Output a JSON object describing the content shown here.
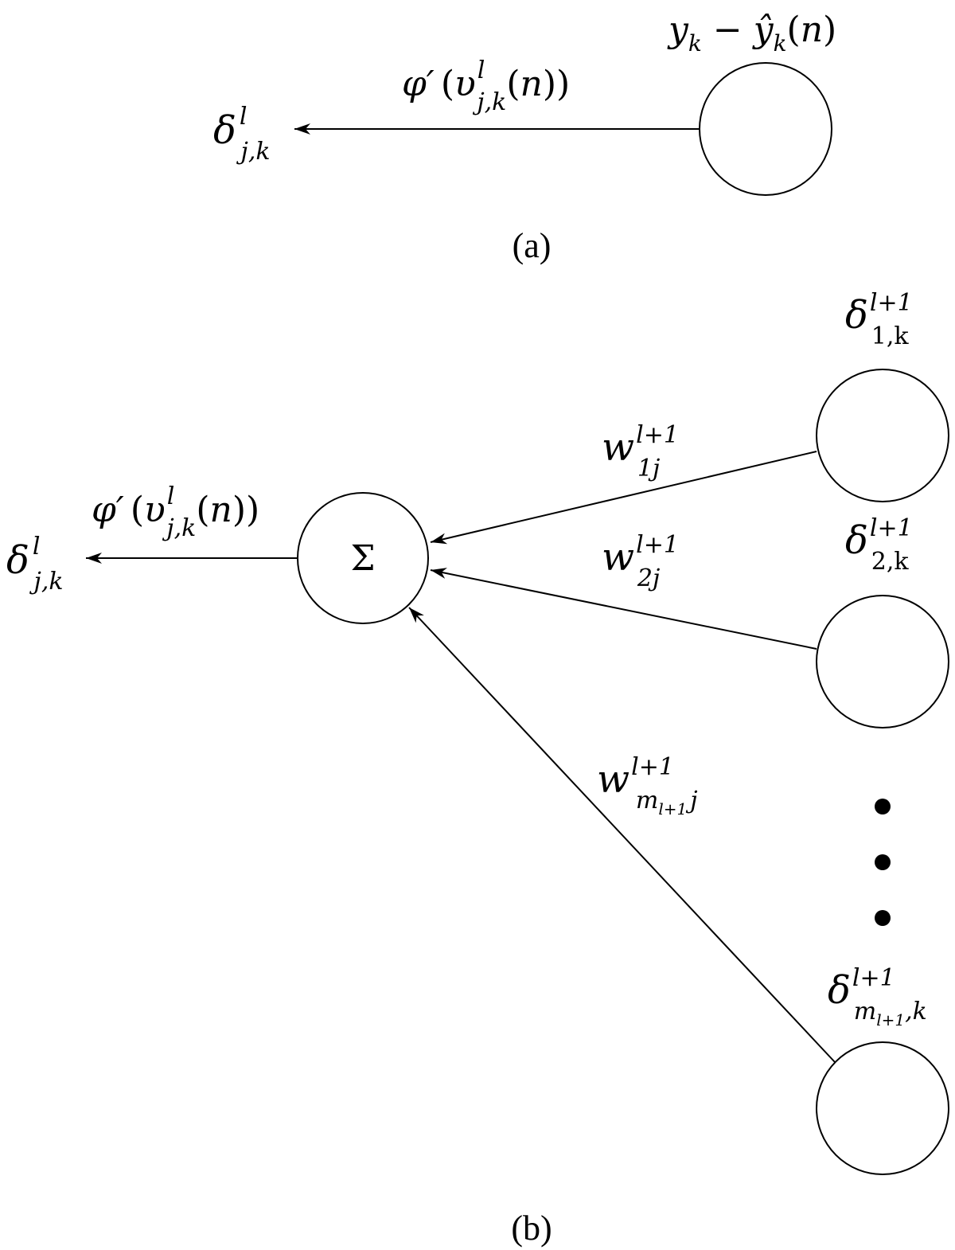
{
  "panel_a": {
    "caption": "(a)",
    "output_node_label": {
      "y": "y",
      "y_sub": "k",
      "minus": "−",
      "yhat": "ŷ",
      "yhat_sub": "k",
      "n_open": "(",
      "n": "n",
      "n_close": ")"
    },
    "edge_label": {
      "phi": "φ′",
      "open": "(",
      "v": "υ",
      "sup": "l",
      "sub": "j,k",
      "n_open": "(",
      "n": "n",
      "close": "))"
    },
    "delta": {
      "symbol": "δ",
      "sup": "l",
      "sub": "j,k"
    }
  },
  "panel_b": {
    "caption": "(b)",
    "sum_symbol": "Σ",
    "edge_label": {
      "phi": "φ′",
      "open": "(",
      "v": "υ",
      "sup": "l",
      "sub": "j,k",
      "n_open": "(",
      "n": "n",
      "close": "))"
    },
    "delta": {
      "symbol": "δ",
      "sup": "l",
      "sub": "j,k"
    },
    "nodes": [
      {
        "symbol": "δ",
        "sup": "l+1",
        "sub": "1,k"
      },
      {
        "symbol": "δ",
        "sup": "l+1",
        "sub": "2,k"
      },
      {
        "symbol": "δ",
        "sup": "l+1",
        "sub_m": "m",
        "sub_mm": "l+1",
        "sub_rest": ",k"
      }
    ],
    "weights": [
      {
        "symbol": "w",
        "sup": "l+1",
        "sub": "1j"
      },
      {
        "symbol": "w",
        "sup": "l+1",
        "sub": "2j"
      },
      {
        "symbol": "w",
        "sup": "l+1",
        "sub_m": "m",
        "sub_mm": "l+1",
        "sub_rest": "j"
      }
    ],
    "ellipsis_dots": 3
  }
}
